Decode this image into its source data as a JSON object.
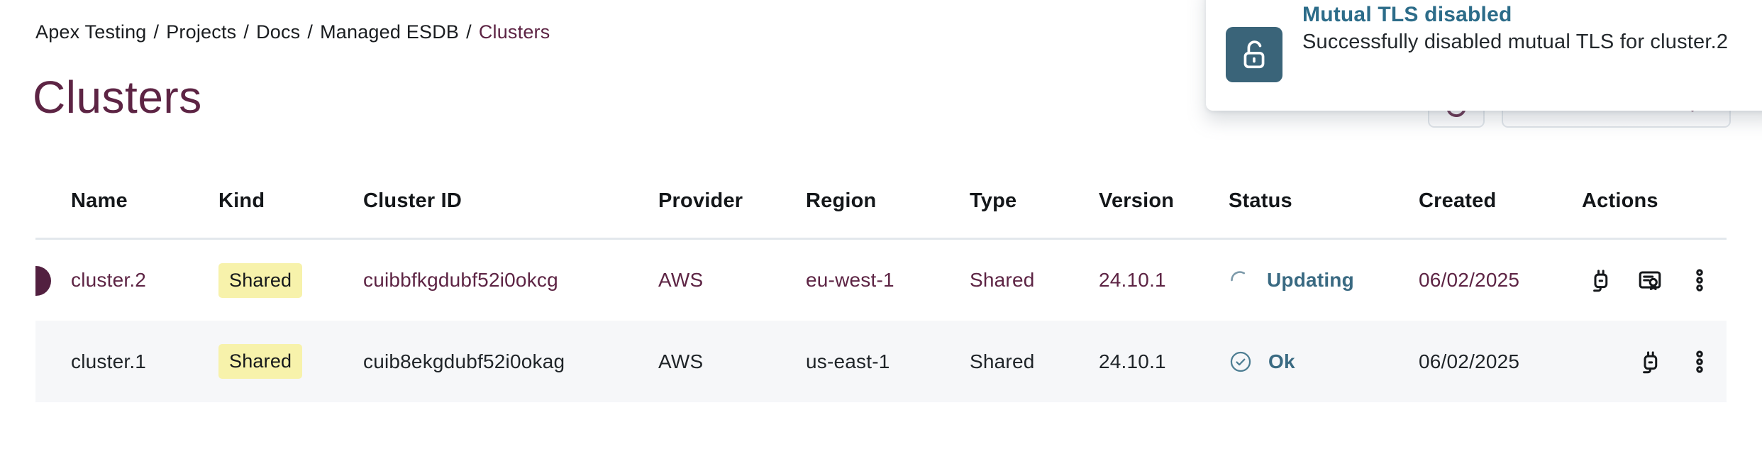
{
  "breadcrumb": {
    "separator": "/",
    "items": [
      "Apex Testing",
      "Projects",
      "Docs",
      "Managed ESDB",
      "Clusters"
    ]
  },
  "page": {
    "title": "Clusters"
  },
  "toast": {
    "title": "Mutual TLS disabled",
    "message": "Successfully disabled mutual TLS for cluster.2",
    "icon": "unlock-icon"
  },
  "header_actions": {
    "refresh_icon": "refresh-icon",
    "menu_chevron_icon": "chevron-down-icon"
  },
  "table": {
    "columns": [
      "Name",
      "Kind",
      "Cluster ID",
      "Provider",
      "Region",
      "Type",
      "Version",
      "Status",
      "Created",
      "Actions"
    ],
    "rows": [
      {
        "name": "cluster.2",
        "kind": "Shared",
        "cluster_id": "cuibbfkgdubf52i0okcg",
        "provider": "AWS",
        "region": "eu-west-1",
        "type": "Shared",
        "version": "24.10.1",
        "status": {
          "label": "Updating",
          "icon": "spinner-icon"
        },
        "created": "06/02/2025",
        "actions": [
          "connect-icon",
          "certificate-icon",
          "kebab-menu-icon"
        ],
        "highlighted": true
      },
      {
        "name": "cluster.1",
        "kind": "Shared",
        "cluster_id": "cuib8ekgdubf52i0okag",
        "provider": "AWS",
        "region": "us-east-1",
        "type": "Shared",
        "version": "24.10.1",
        "status": {
          "label": "Ok",
          "icon": "check-circle-icon"
        },
        "created": "06/02/2025",
        "actions": [
          "connect-icon",
          "kebab-menu-icon"
        ],
        "highlighted": false
      }
    ]
  },
  "colors": {
    "brand_maroon": "#5d2444",
    "indicator_maroon": "#522040",
    "status_teal": "#3a6a82",
    "toast_title_teal": "#2c6c89",
    "toast_icon_bg": "#3a6479",
    "badge_yellow": "#f7f2ab",
    "row_alt_bg": "#f6f7f9",
    "divider": "#e3e8ed"
  }
}
